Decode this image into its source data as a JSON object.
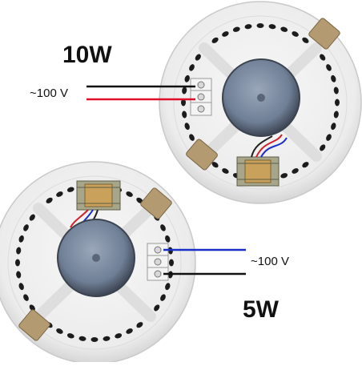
{
  "diagrams": [
    {
      "power_label": "10W",
      "voltage_label": "~100 V",
      "wires": [
        "black",
        "red"
      ],
      "colors": {
        "wire_1": "#111111",
        "wire_2": "#e0102a"
      }
    },
    {
      "power_label": "5W",
      "voltage_label": "~100 V",
      "wires": [
        "blue",
        "black"
      ],
      "colors": {
        "wire_1": "#1a2fc8",
        "wire_2": "#111111"
      }
    }
  ],
  "colors": {
    "housing": "#ededed",
    "housing_edge": "#c9c9c9",
    "magnet": "#6f7f95",
    "transformer_core": "#a8a68a",
    "transformer_coil": "#c9a15a",
    "bracket": "#b49a70"
  },
  "icons": {
    "speaker": "ceiling-speaker-icon",
    "transformer": "transformer-icon",
    "terminal": "terminal-block-icon"
  }
}
